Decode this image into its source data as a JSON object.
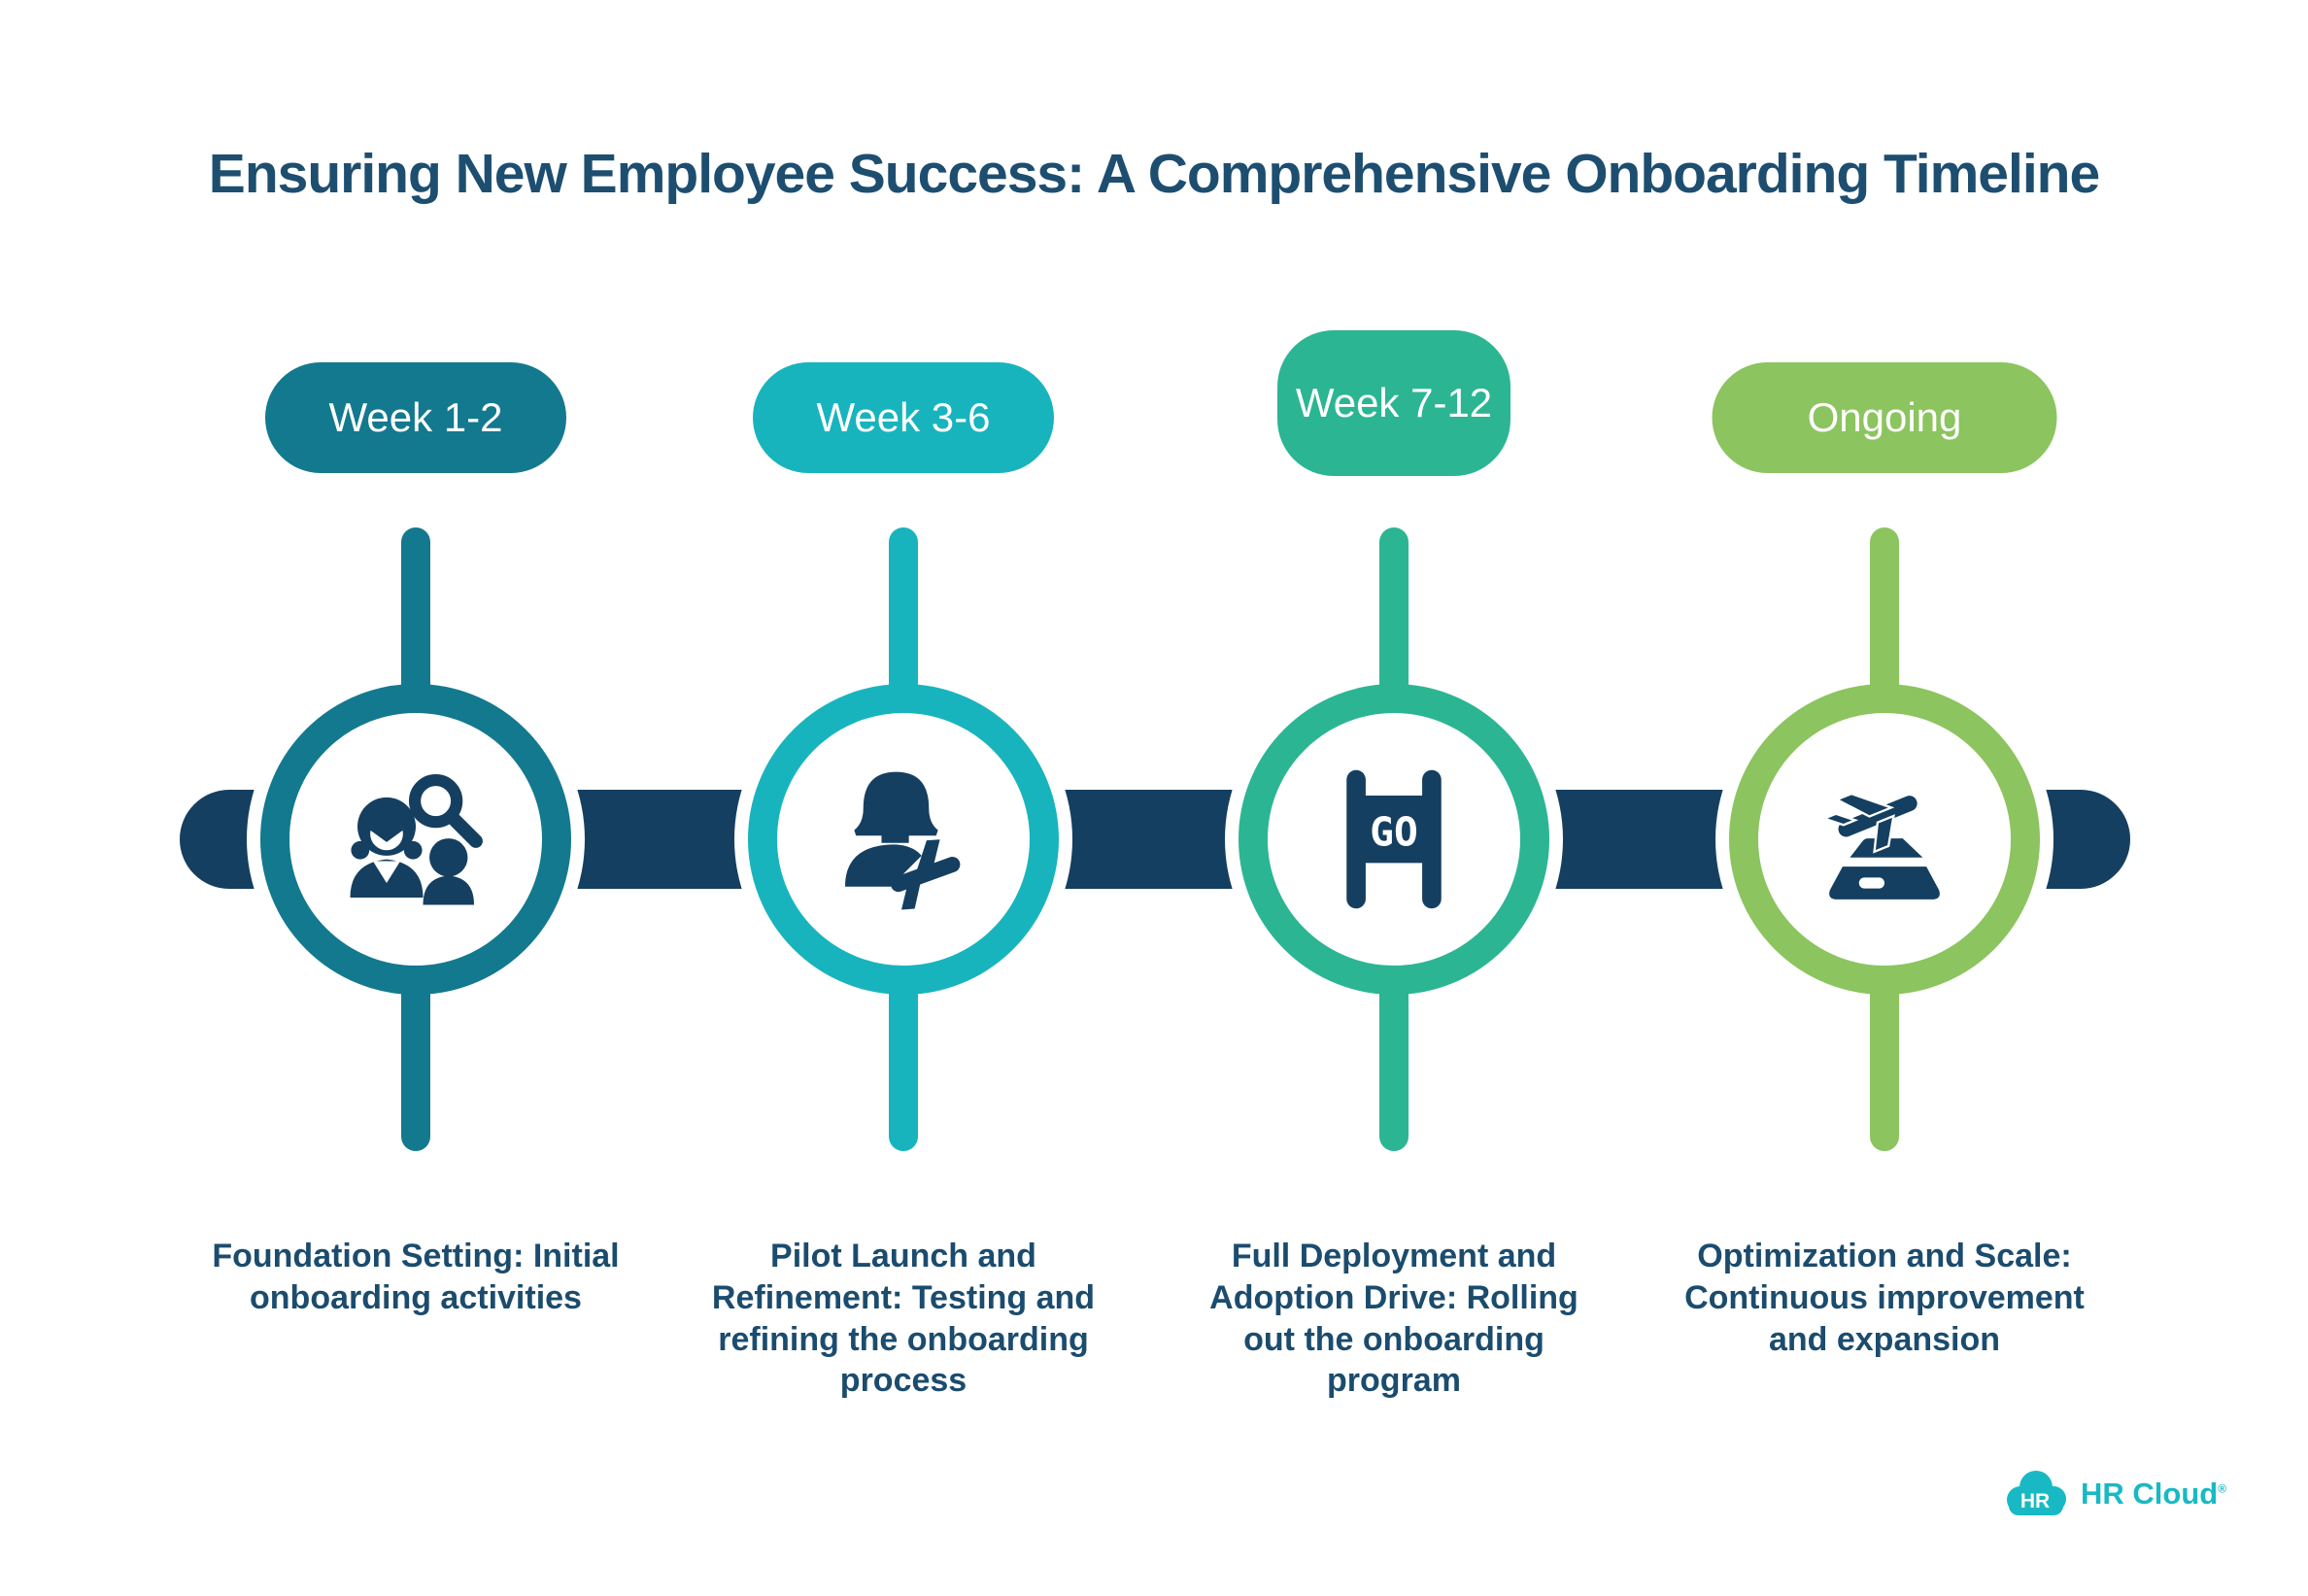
{
  "title": "Ensuring New Employee Success: A Comprehensive Onboarding Timeline",
  "colors": {
    "background": "#FFFFFF",
    "timeline_bar_navy": "#153F60",
    "icon_navy": "#153F60",
    "title_text": "#1D4E70",
    "description_text": "#1B4C6E",
    "stage1": "#13798F",
    "stage2": "#18B4BE",
    "stage3": "#2CB593",
    "stage4": "#8CC45F",
    "logo_teal": "#18B9C4"
  },
  "stages": [
    {
      "id": "week-1-2",
      "pill_label": "Week 1-2",
      "color": "#13798F",
      "icon": "people-search-icon",
      "description": "Foundation Setting: Initial onboarding activities"
    },
    {
      "id": "week-3-6",
      "pill_label": "Week 3-6",
      "color": "#18B4BE",
      "icon": "person-paper-plane-icon",
      "description": "Pilot Launch and Refinement: Testing and refining the onboarding process"
    },
    {
      "id": "week-7-12",
      "pill_label": "Week 7-12",
      "color": "#2CB593",
      "icon": "go-banner-icon",
      "banner_text": "GO",
      "description": "Full Deployment and Adoption Drive: Rolling out the onboarding program"
    },
    {
      "id": "ongoing",
      "pill_label": "Ongoing",
      "color": "#8CC45F",
      "icon": "plane-takeoff-icon",
      "description": "Optimization and Scale: Continuous improvement and expansion"
    }
  ],
  "logo": {
    "badge_text": "HR",
    "brand_text": "HR Cloud",
    "registered_mark": "®"
  }
}
